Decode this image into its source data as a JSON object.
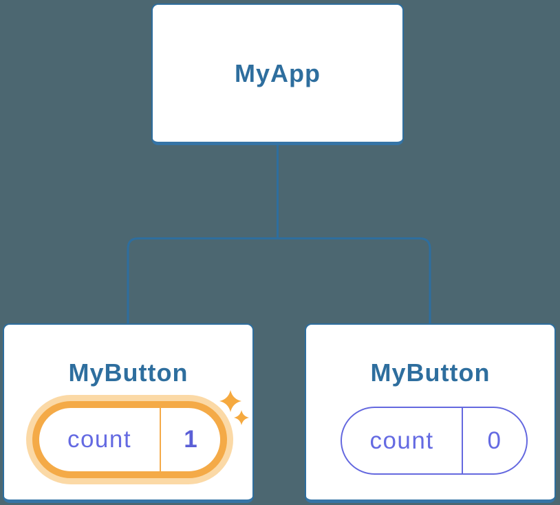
{
  "colors": {
    "bg": "#4C6771",
    "card-bg": "#FFFFFF",
    "card-border": "#2E6E9E",
    "card-border-bottom": "#3574A6",
    "connector": "#2E6E9E",
    "title": "#2E6E9E",
    "indigo": "#6468DF",
    "indigo-text": "#646AE2",
    "value-active": "#5B5FD6",
    "orange": "#F4AA47",
    "orange-halo": "#FBD9A6",
    "sparkle": "#F5A93F"
  },
  "diagram": {
    "root": {
      "label": "MyApp"
    },
    "children": [
      {
        "label": "MyButton",
        "state": {
          "key": "count",
          "value": "1"
        },
        "highlighted": true
      },
      {
        "label": "MyButton",
        "state": {
          "key": "count",
          "value": "0"
        },
        "highlighted": false
      }
    ]
  }
}
